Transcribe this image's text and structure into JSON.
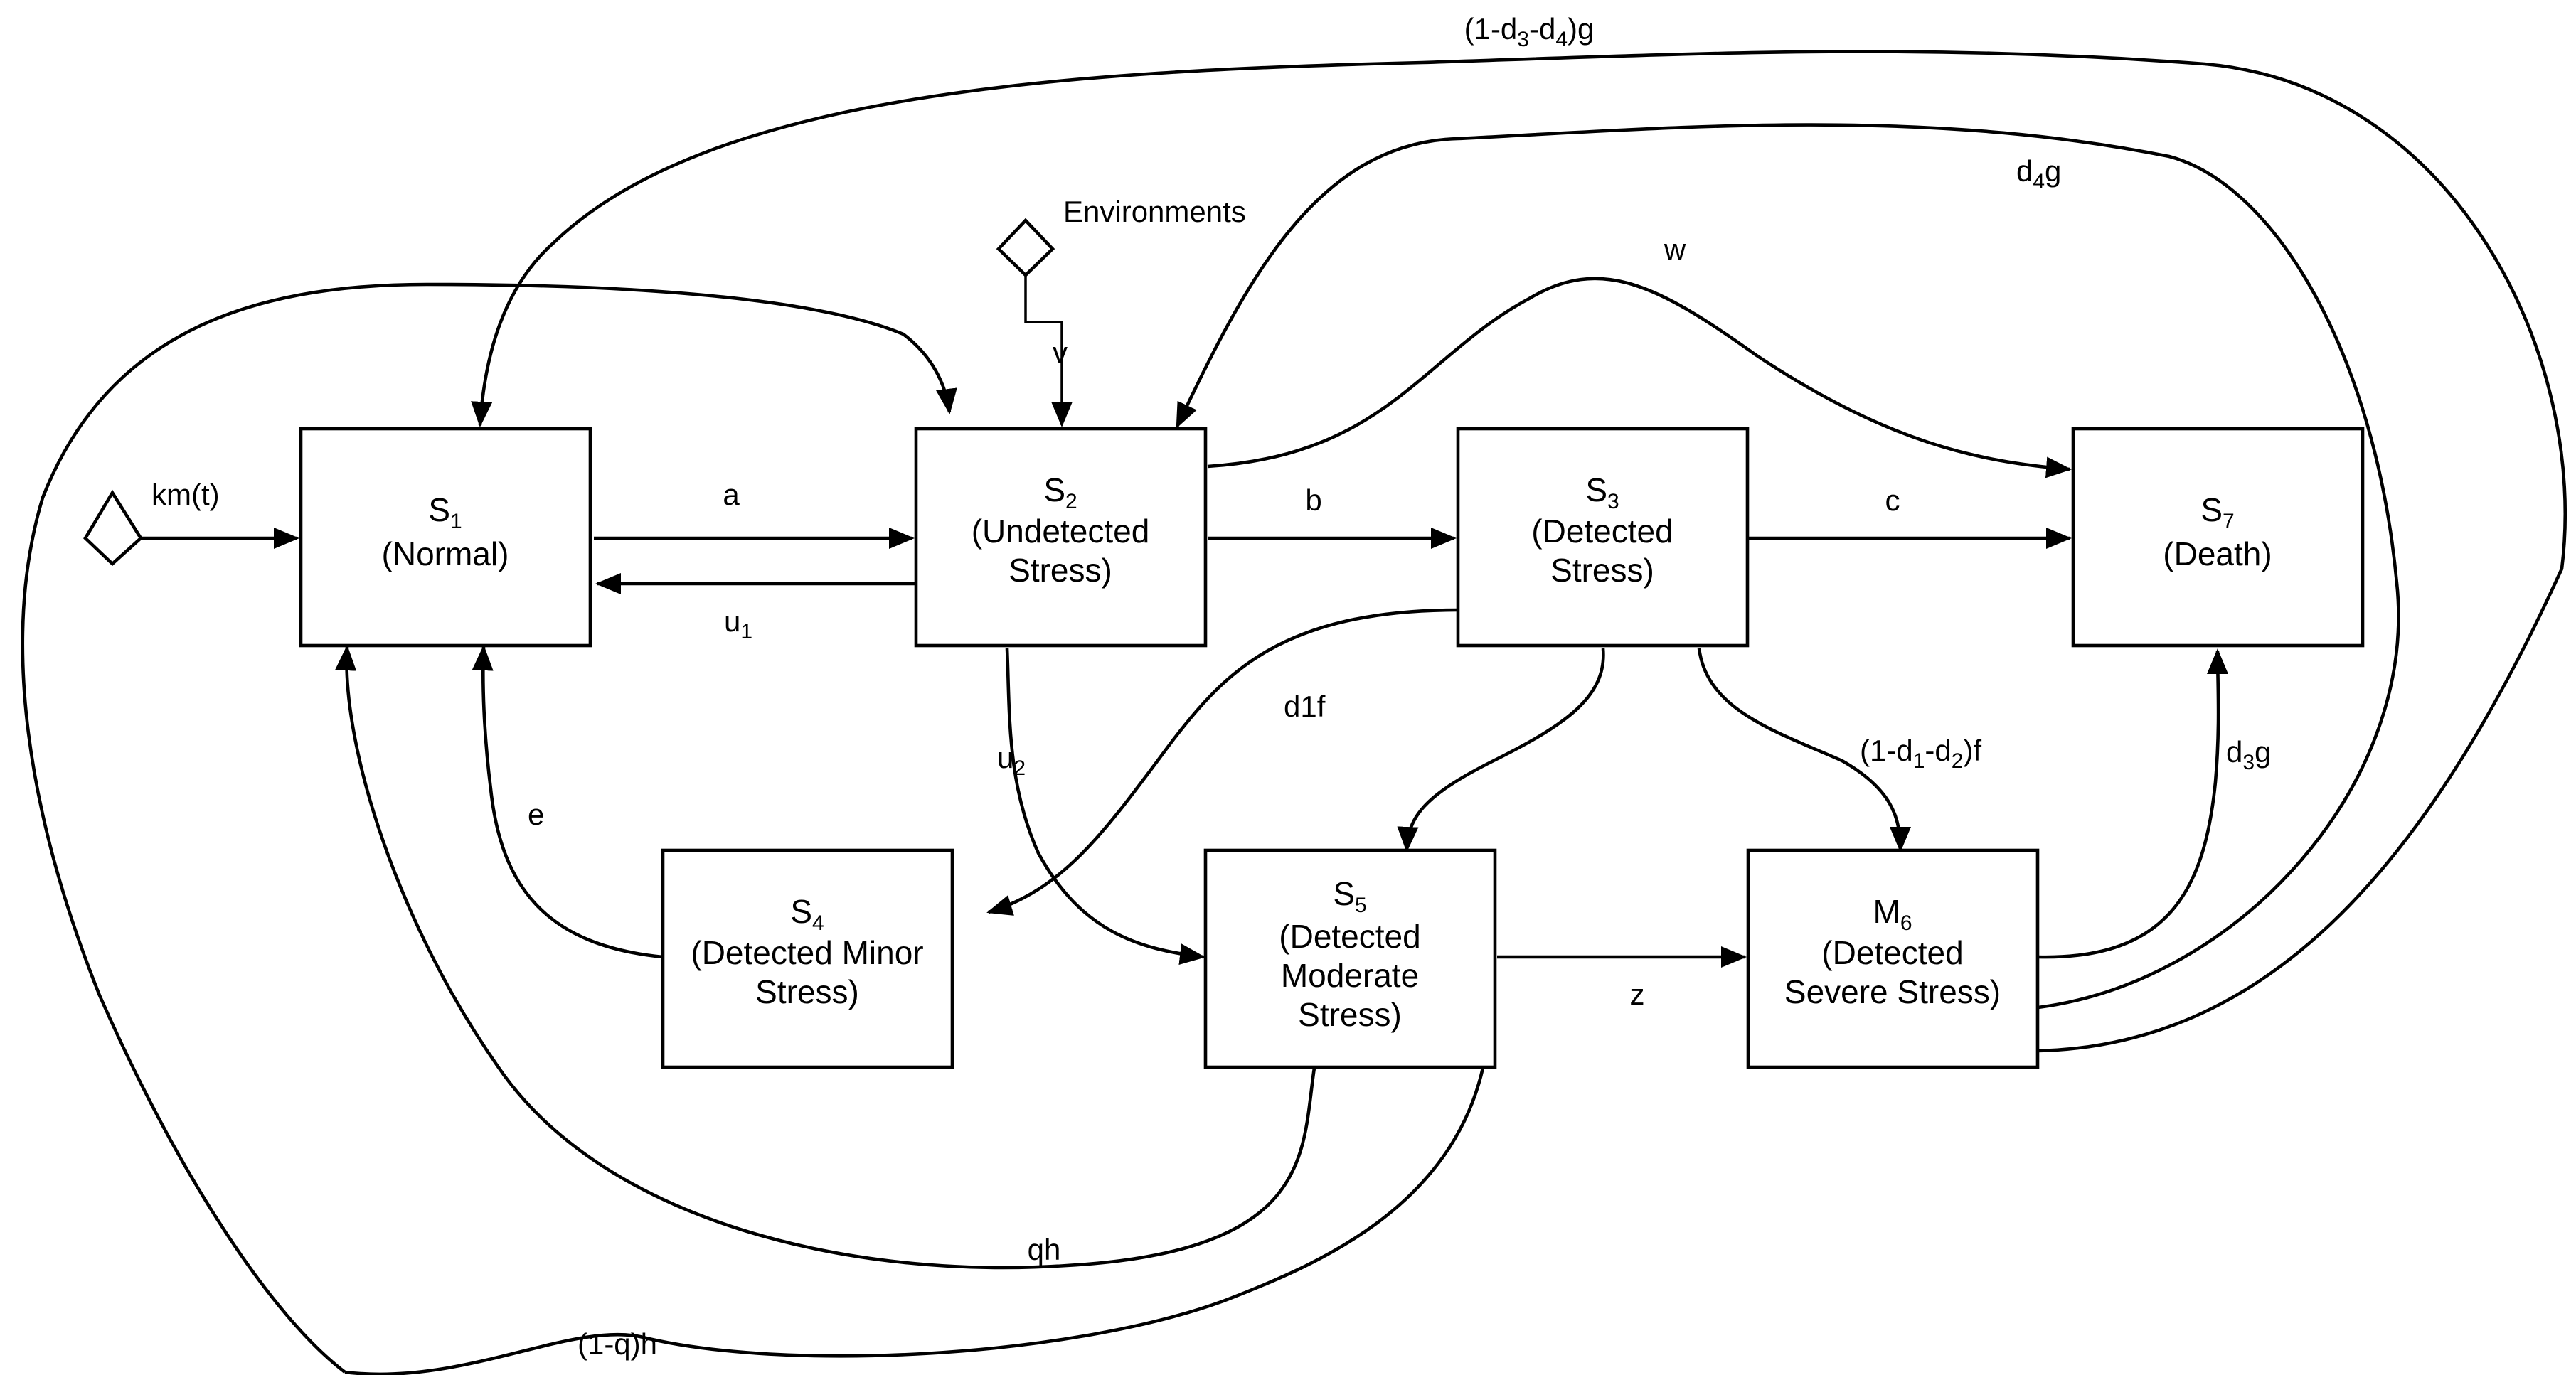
{
  "nodes": {
    "s1": {
      "name": "S",
      "sub": "1",
      "desc": "(Normal)"
    },
    "s2": {
      "name": "S",
      "sub": "2",
      "line2": "(Undetected",
      "line3": "Stress)"
    },
    "s3": {
      "name": "S",
      "sub": "3",
      "line2": "(Detected",
      "line3": "Stress)"
    },
    "s7": {
      "name": "S",
      "sub": "7",
      "desc": "(Death)"
    },
    "s4": {
      "name": "S",
      "sub": "4",
      "line2": "(Detected Minor",
      "line3": "Stress)"
    },
    "s5": {
      "name": "S",
      "sub": "5",
      "line2": "(Detected",
      "line3": "Moderate",
      "line4": "Stress)"
    },
    "m6": {
      "name": "M",
      "sub": "6",
      "line2": "(Detected",
      "line3": "Severe Stress)"
    }
  },
  "inputs": {
    "km": "km(t)",
    "environments": "Environments",
    "v": "v"
  },
  "labels": {
    "a": "a",
    "u1_base": "u",
    "u1_sub": "1",
    "b": "b",
    "c": "c",
    "w": "w",
    "e": "e",
    "u2_base": "u",
    "u2_sub": "2",
    "d1f": "d1f",
    "z": "z",
    "qh": "qh",
    "one_minus_q_h": "(1-q)h",
    "d1d2f_a": "(1-d",
    "d1d2f_s1": "1",
    "d1d2f_b": "-d",
    "d1d2f_s2": "2",
    "d1d2f_c": ")f",
    "d3g_a": "d",
    "d3g_s": "3",
    "d3g_b": "g",
    "d4g_a": "d",
    "d4g_s": "4",
    "d4g_b": "g",
    "top_a": "(1-d",
    "top_s1": "3",
    "top_b": "-d",
    "top_s2": "4",
    "top_c": ")g"
  }
}
